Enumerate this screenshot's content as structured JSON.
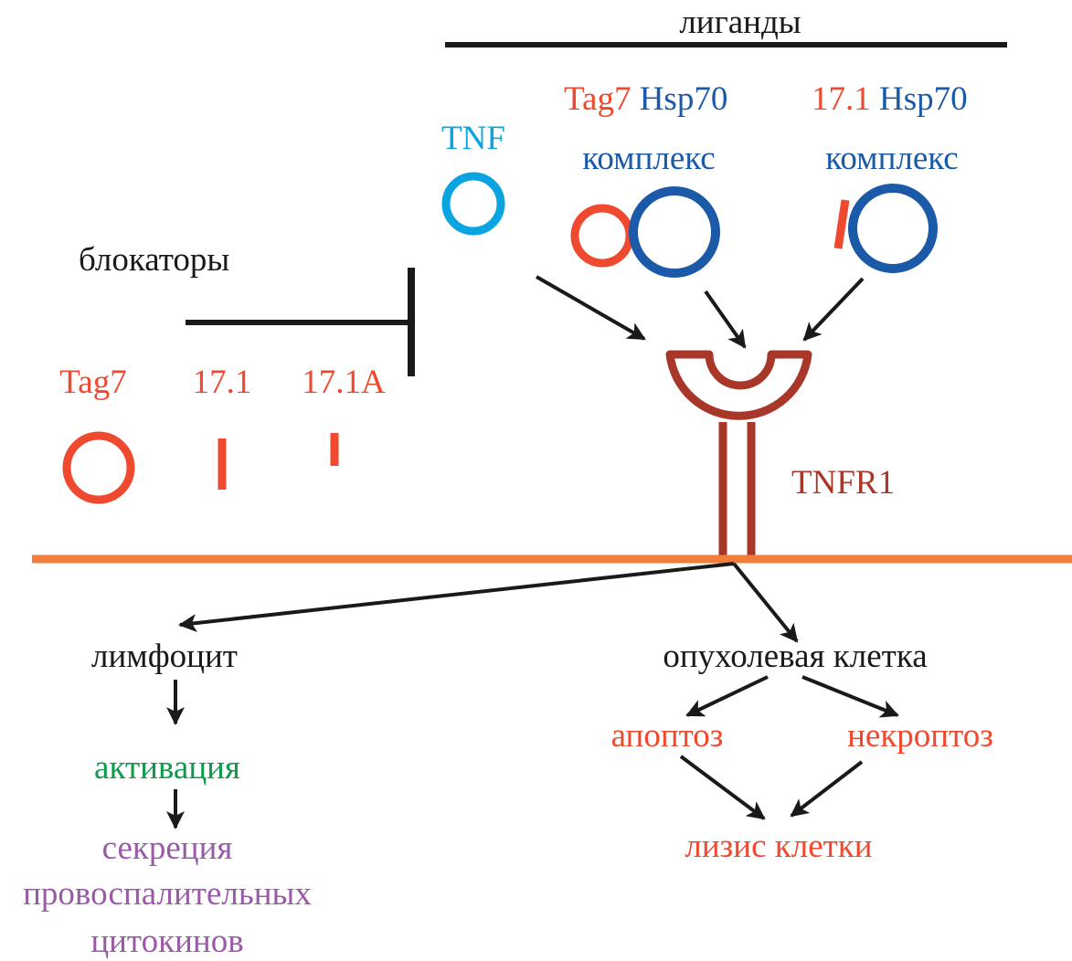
{
  "colors": {
    "black": "#1a1a1a",
    "red": "#ef4a2f",
    "blue": "#1b5aa8",
    "cyan": "#0aa5e0",
    "receptor": "#a8372a",
    "membrane": "#f07d3a",
    "green": "#0d9a4a",
    "purple": "#9b5aa8"
  },
  "ligands": {
    "header": "лиганды",
    "tnf": {
      "label": "TNF",
      "icon": "circle"
    },
    "complex1": {
      "part1": "Tag7",
      "part2": "Hsp70",
      "sub": "комплекс"
    },
    "complex2": {
      "part1": "17.1",
      "part2": "Hsp70",
      "sub": "комплекс"
    }
  },
  "blockers": {
    "header": "блокаторы",
    "items": [
      {
        "label": "Tag7",
        "icon": "circle"
      },
      {
        "label": "17.1",
        "icon": "bar"
      },
      {
        "label": "17.1A",
        "icon": "short-bar"
      }
    ]
  },
  "receptor": {
    "label": "TNFR1"
  },
  "lymphocyte_branch": {
    "title": "лимфоцит",
    "step1": "активация",
    "step2_lines": [
      "секреция",
      "провоспалительных",
      "цитокинов"
    ]
  },
  "tumor_branch": {
    "title": "опухолевая клетка",
    "left": "апоптоз",
    "right": "некроптоз",
    "result": "лизис клетки"
  }
}
